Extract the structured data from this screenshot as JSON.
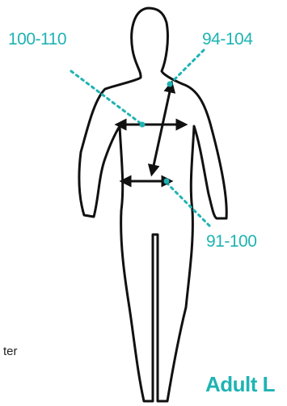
{
  "colors": {
    "accent": "#1fb3b3",
    "outline": "#111111"
  },
  "measurements": {
    "chest_range": "100-110",
    "shoulder_range": "94-104",
    "waist_range": "91-100"
  },
  "side_text": "ter",
  "size_title": "Adult L"
}
